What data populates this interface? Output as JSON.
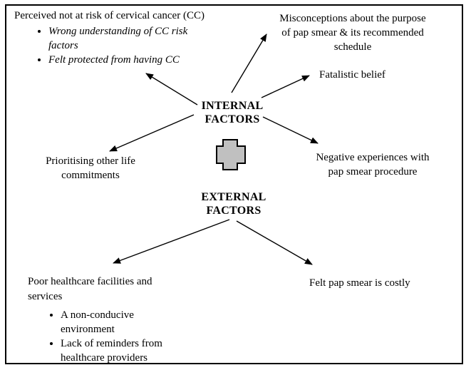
{
  "figure": {
    "type": "factor-diagram",
    "topic": "Barriers to pap smear screening for cervical cancer"
  },
  "nodes": {
    "perceived_risk": {
      "title": "Perceived not at risk of cervical cancer (CC)",
      "bullets": [
        "Wrong understanding of CC risk factors",
        "Felt protected from having CC"
      ]
    },
    "misconceptions": {
      "lines": [
        "Misconceptions about the purpose",
        "of pap smear & its recommended",
        "schedule"
      ]
    },
    "fatalistic": {
      "text": "Fatalistic belief"
    },
    "internal_hub": {
      "lines": [
        "INTERNAL",
        "FACTORS"
      ]
    },
    "negative_experiences": {
      "lines": [
        "Negative experiences with",
        "pap smear procedure"
      ]
    },
    "prioritising": {
      "lines": [
        "Prioritising other life",
        "commitments"
      ]
    },
    "external_hub": {
      "lines": [
        "EXTERNAL",
        "FACTORS"
      ]
    },
    "poor_facilities": {
      "lines": [
        "Poor healthcare facilities and",
        "services"
      ],
      "bullets": [
        "A non-conducive environment",
        "Lack of reminders from healthcare providers"
      ]
    },
    "costly": {
      "text": "Felt pap smear is costly"
    }
  },
  "edges": [
    {
      "from": "internal-factors",
      "to": "perceived-not-at-risk"
    },
    {
      "from": "internal-factors",
      "to": "misconceptions"
    },
    {
      "from": "internal-factors",
      "to": "fatalistic-belief"
    },
    {
      "from": "internal-factors",
      "to": "negative-experiences"
    },
    {
      "from": "internal-factors",
      "to": "prioritising-commitments"
    },
    {
      "from": "external-factors",
      "to": "poor-facilities"
    },
    {
      "from": "external-factors",
      "to": "felt-costly"
    }
  ],
  "colors": {
    "background": "#ffffff",
    "border": "#000000",
    "text": "#000000",
    "arrow": "#000000",
    "cross_fill": "#c0c0c0",
    "cross_stroke": "#000000"
  }
}
